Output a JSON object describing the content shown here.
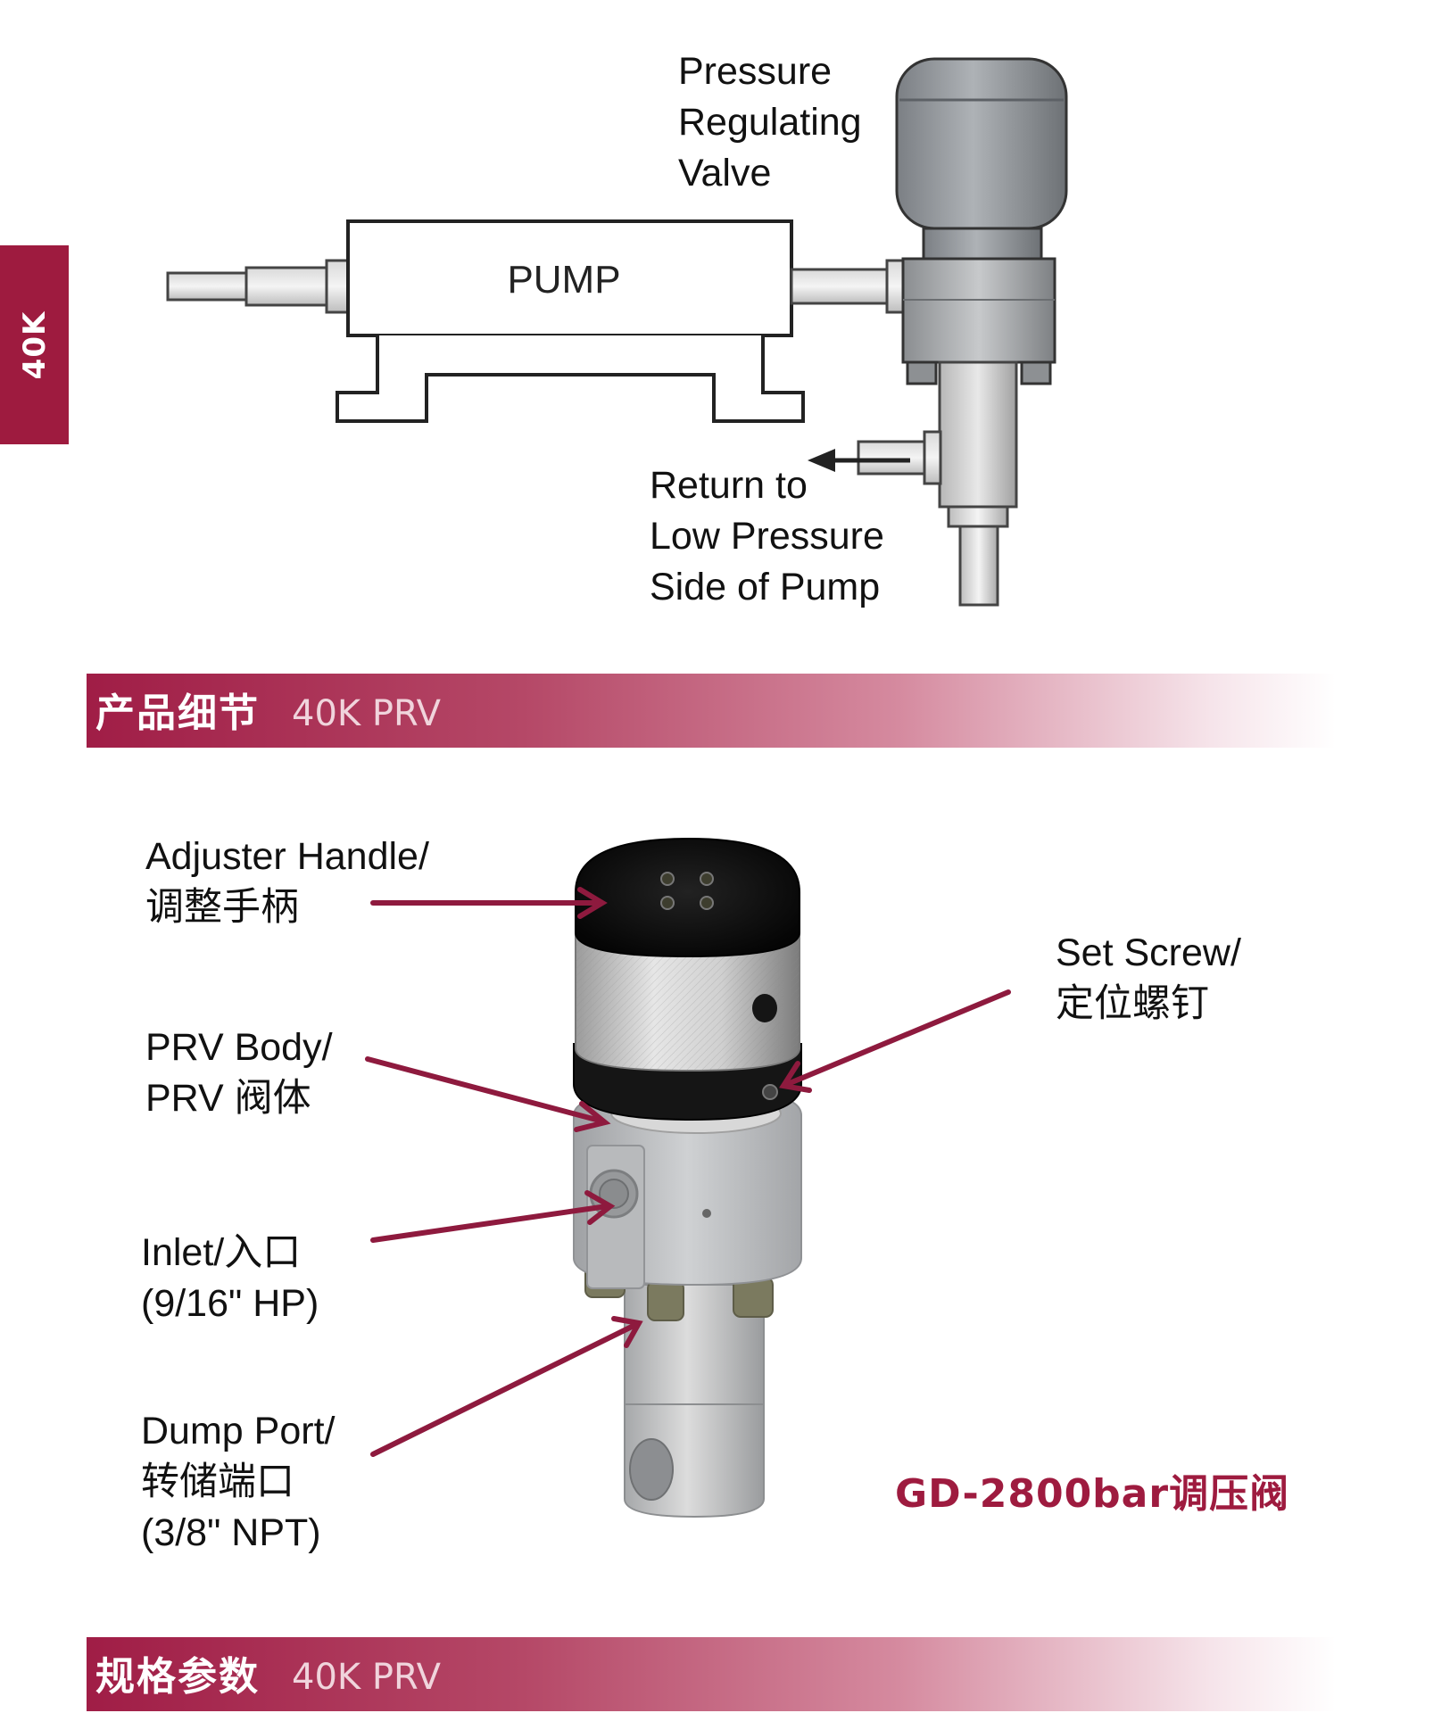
{
  "side_tab": {
    "label": "40K"
  },
  "diagram": {
    "pump_label": "PUMP",
    "valve_label": [
      "Pressure",
      "Regulating",
      "Valve"
    ],
    "return_label": [
      "Return to",
      "Low Pressure",
      "Side of Pump"
    ]
  },
  "section_details": {
    "title_zh": "产品细节",
    "title_en": "40K PRV"
  },
  "product": {
    "labels": {
      "adjuster": [
        "Adjuster Handle/",
        "调整手柄"
      ],
      "set_screw": [
        "Set Screw/",
        "定位螺钉"
      ],
      "body": [
        "PRV Body/",
        "PRV 阀体"
      ],
      "inlet": [
        "Inlet/入口",
        "(9/16\" HP)"
      ],
      "dump": [
        "Dump Port/",
        "转储端口",
        "(3/8\" NPT)"
      ]
    },
    "model_name": "GD-2800bar调压阀"
  },
  "section_specs": {
    "title_zh": "规格参数",
    "title_en": "40K PRV"
  },
  "colors": {
    "accent": "#9e1b3f",
    "arrow": "#8e1a3e"
  }
}
